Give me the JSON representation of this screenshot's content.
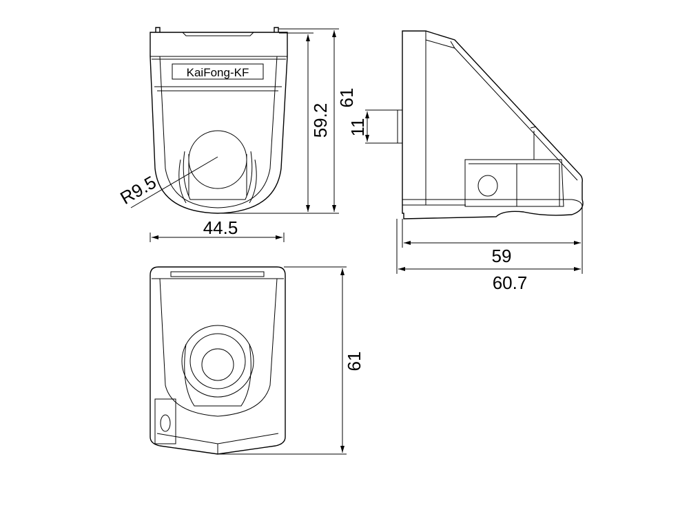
{
  "title": "KaiFong-KF camera mount dimension drawing",
  "label": "KaiFong-KF",
  "front_view": {
    "height_body": "59.2",
    "height_total": "61",
    "width": "44.5",
    "radius": "R9.5"
  },
  "side_view": {
    "stub": "11",
    "depth": "59",
    "depth_total": "60.7"
  },
  "bottom_view": {
    "height": "61"
  },
  "colors": {
    "line": "#000000",
    "background": "#ffffff"
  }
}
